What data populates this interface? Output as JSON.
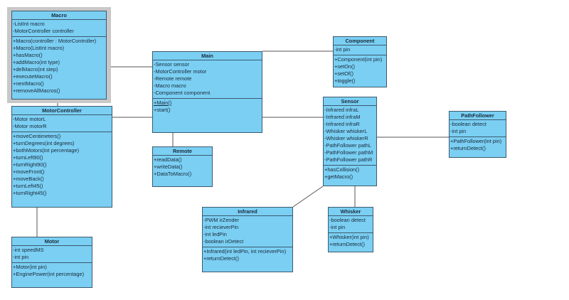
{
  "colors": {
    "class_fill": "#7acff3",
    "border": "#3d5a6e",
    "line": "#555555",
    "selection_frame": "#c8c8c8"
  },
  "classes": [
    {
      "name": "Macro",
      "selected": true,
      "attributes": [
        "-ListInt macro",
        "-MotorController controller"
      ],
      "operations": [
        "+Macro(controller : MotorController)",
        "+Macro(ListInt macro)",
        "+hasMacro()",
        "+addMacro(int type)",
        "+delMacro(int step)",
        "+executeMacro()",
        "+nextMacro()",
        "+removeAllMacros()"
      ]
    },
    {
      "name": "MotorController",
      "attributes": [
        "-Motor motorL",
        "-Motor motorR"
      ],
      "operations": [
        "+moveCentimeters()",
        "+turnDegrees(int degrees)",
        "+bothMotors(int percentage)",
        "+turnLeft90()",
        "+turnRight90()",
        "+moveFront()",
        "+moveBack()",
        "+turnLeft45()",
        "+turnRight45()"
      ]
    },
    {
      "name": "Main",
      "attributes": [
        "-Sensor sensor",
        "-MotorController motor",
        "-Remote remote",
        "-Macro macro",
        "-Component component"
      ],
      "operations": [
        "+Main()",
        "+start()"
      ],
      "underlined_operations": [
        "+Main()"
      ]
    },
    {
      "name": "Remote",
      "attributes": [],
      "operations": [
        "+readData()",
        "+writeData()",
        "+DataToMacro()"
      ]
    },
    {
      "name": "Component",
      "attributes": [
        "-int pin"
      ],
      "operations": [
        "+Component(int pin)",
        "+setOn()",
        "+setOf()",
        "+toggle()"
      ]
    },
    {
      "name": "Sensor",
      "attributes": [
        "-Infrared infraL",
        "-Infrared infraM",
        "-Infrared infraR",
        "-Whisker whiskerL",
        "-Whisker whiskerR",
        "-PathFollower pathL",
        "-PathFollower pathM",
        "-PathFollower pathR"
      ],
      "operations": [
        "+hasCollision()",
        "+getMacro()"
      ]
    },
    {
      "name": "PathFollower",
      "attributes": [
        "-boolean detect",
        "-int pin"
      ],
      "operations": [
        "+PathFollower(int pin)",
        "+returnDetect()"
      ]
    },
    {
      "name": "Infrared",
      "attributes": [
        "-PWM irZender",
        "-int recieverPin",
        "-int ledPin",
        "-boolean irDetect"
      ],
      "operations": [
        "+Infrared(int ledPin, int recieverPin)",
        "+returnDetect()"
      ]
    },
    {
      "name": "Whisker",
      "attributes": [
        "-boolean detect",
        "-int pin"
      ],
      "operations": [
        "+Whisker(int pin)",
        "+returnDetect()"
      ]
    },
    {
      "name": "Motor",
      "attributes": [
        "-int speedMS",
        "-int pin"
      ],
      "operations": [
        "+Motor(int pin)",
        "+EnginePower(int percentage)"
      ]
    }
  ],
  "associations": [
    [
      "Macro",
      "Main"
    ],
    [
      "Macro",
      "MotorController"
    ],
    [
      "Main",
      "MotorController"
    ],
    [
      "Main",
      "Component"
    ],
    [
      "Main",
      "Sensor"
    ],
    [
      "Main",
      "Remote"
    ],
    [
      "Sensor",
      "PathFollower"
    ],
    [
      "Sensor",
      "Infrared"
    ],
    [
      "Sensor",
      "Whisker"
    ],
    [
      "MotorController",
      "Motor"
    ]
  ]
}
